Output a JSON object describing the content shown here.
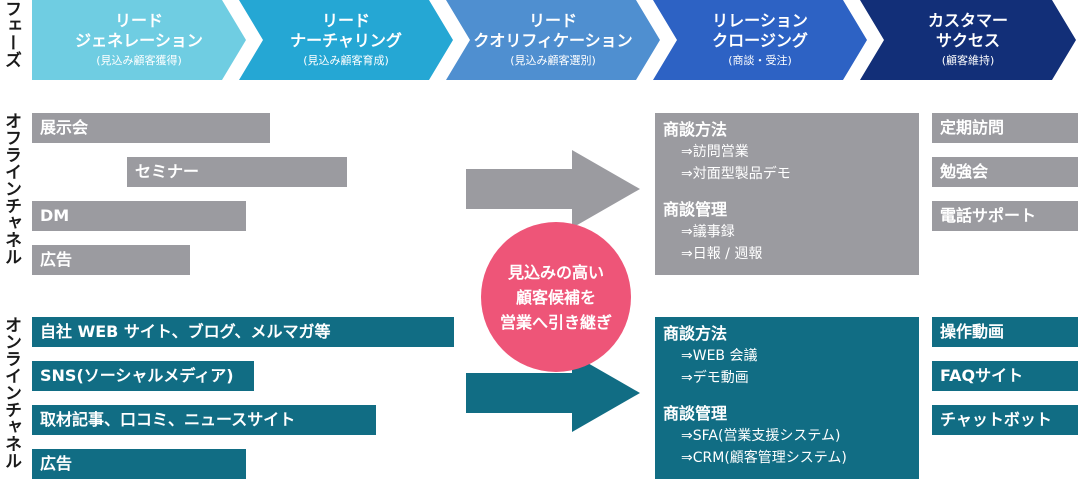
{
  "labels": {
    "phase": "フェーズ",
    "offline": "オフラインチャネル",
    "online": "オンラインチャネル"
  },
  "phases": [
    {
      "title1": "リード",
      "title2": "ジェネレーション",
      "sub": "(見込み顧客獲得)",
      "color": "#6fcde2"
    },
    {
      "title1": "リード",
      "title2": "ナーチャリング",
      "sub": "(見込み顧客育成)",
      "color": "#25a7d4"
    },
    {
      "title1": "リード",
      "title2": "クオリフィケーション",
      "sub": "(見込み顧客選別)",
      "color": "#4f8fd0"
    },
    {
      "title1": "リレーション",
      "title2": "クロージング",
      "sub": "(商談・受注)",
      "color": "#2d62c4"
    },
    {
      "title1": "カスタマー",
      "title2": "サクセス",
      "sub": "(顧客維持)",
      "color": "#122f78"
    }
  ],
  "offline": {
    "channels": [
      "展示会",
      "セミナー",
      "DM",
      "広告"
    ],
    "closing": {
      "method_title": "商談方法",
      "method_items": [
        "⇒訪問営業",
        "⇒対面型製品デモ"
      ],
      "mgmt_title": "商談管理",
      "mgmt_items": [
        "⇒議事録",
        "⇒日報 / 週報"
      ]
    },
    "success": [
      "定期訪問",
      "勉強会",
      "電話サポート"
    ],
    "color": "#9b9ba0"
  },
  "online": {
    "channels": [
      "自社 WEB サイト、ブログ、メルマガ等",
      "SNS(ソーシャルメディア)",
      "取材記事、口コミ、ニュースサイト",
      "広告"
    ],
    "closing": {
      "method_title": "商談方法",
      "method_items": [
        "⇒WEB 会議",
        "⇒デモ動画"
      ],
      "mgmt_title": "商談管理",
      "mgmt_items": [
        "⇒SFA(営業支援システム)",
        "⇒CRM(顧客管理システム)"
      ]
    },
    "success": [
      "操作動画",
      "FAQサイト",
      "チャットボット"
    ],
    "color": "#116d84"
  },
  "handoff": {
    "line1": "見込みの高い",
    "line2": "顧客候補を",
    "line3": "営業へ引き継ぎ",
    "color": "#ee5578"
  }
}
